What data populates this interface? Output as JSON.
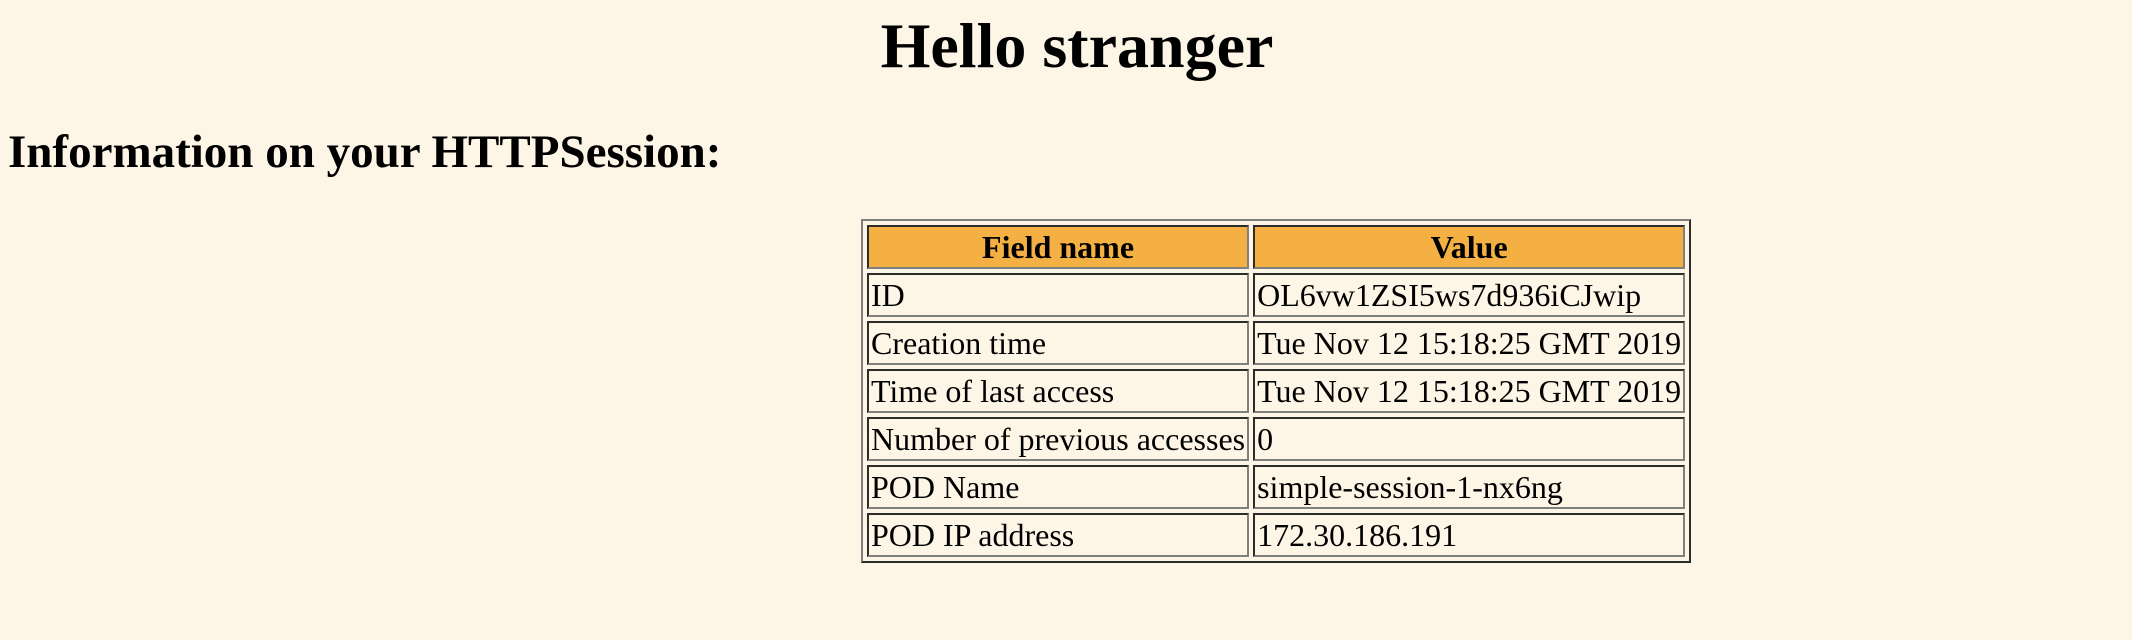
{
  "page": {
    "heading": "Hello stranger",
    "subheading": "Information on your HTTPSession:"
  },
  "table": {
    "headers": [
      "Field name",
      "Value"
    ],
    "rows": [
      {
        "field": "ID",
        "value": "OL6vw1ZSI5ws7d936iCJwip"
      },
      {
        "field": "Creation time",
        "value": "Tue Nov 12 15:18:25 GMT 2019"
      },
      {
        "field": "Time of last access",
        "value": "Tue Nov 12 15:18:25 GMT 2019"
      },
      {
        "field": "Number of previous accesses",
        "value": "0"
      },
      {
        "field": "POD Name",
        "value": "simple-session-1-nx6ng"
      },
      {
        "field": "POD IP address",
        "value": "172.30.186.191"
      }
    ]
  },
  "colors": {
    "background": "#fdf5e6",
    "header_background": "#f4b042"
  }
}
